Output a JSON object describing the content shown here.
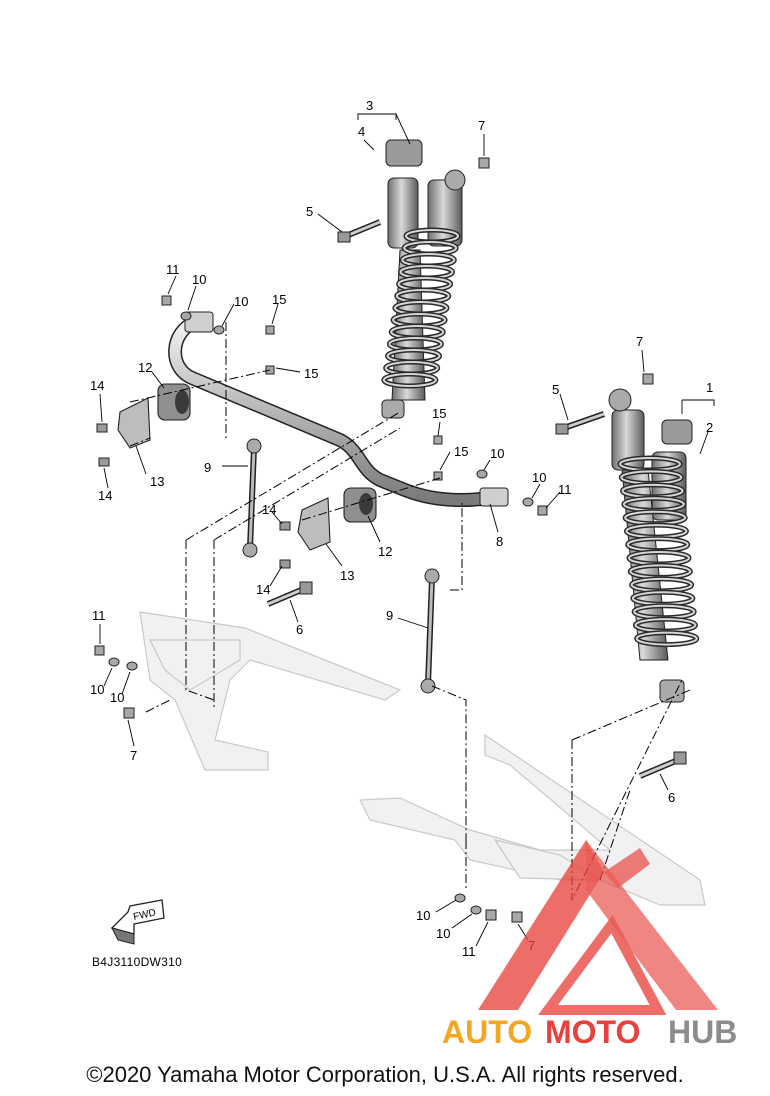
{
  "callouts": [
    {
      "id": "c3",
      "text": "3"
    },
    {
      "id": "c4",
      "text": "4"
    },
    {
      "id": "c7a",
      "text": "7"
    },
    {
      "id": "c5a",
      "text": "5"
    },
    {
      "id": "c11a",
      "text": "11"
    },
    {
      "id": "c10a",
      "text": "10"
    },
    {
      "id": "c10b",
      "text": "10"
    },
    {
      "id": "c15a",
      "text": "15"
    },
    {
      "id": "c15b",
      "text": "15"
    },
    {
      "id": "c12a",
      "text": "12"
    },
    {
      "id": "c14a",
      "text": "14"
    },
    {
      "id": "c13a",
      "text": "13"
    },
    {
      "id": "c14b",
      "text": "14"
    },
    {
      "id": "c9a",
      "text": "9"
    },
    {
      "id": "c15c",
      "text": "15"
    },
    {
      "id": "c15d",
      "text": "15"
    },
    {
      "id": "c10c",
      "text": "10"
    },
    {
      "id": "c10d",
      "text": "10"
    },
    {
      "id": "c11b",
      "text": "11"
    },
    {
      "id": "c8",
      "text": "8"
    },
    {
      "id": "c12b",
      "text": "12"
    },
    {
      "id": "c14c",
      "text": "14"
    },
    {
      "id": "c13b",
      "text": "13"
    },
    {
      "id": "c14d",
      "text": "14"
    },
    {
      "id": "c6a",
      "text": "6"
    },
    {
      "id": "c9b",
      "text": "9"
    },
    {
      "id": "c7b",
      "text": "7"
    },
    {
      "id": "c5b",
      "text": "5"
    },
    {
      "id": "c1",
      "text": "1"
    },
    {
      "id": "c2",
      "text": "2"
    },
    {
      "id": "c11c",
      "text": "11"
    },
    {
      "id": "c10e",
      "text": "10"
    },
    {
      "id": "c10f",
      "text": "10"
    },
    {
      "id": "c7c",
      "text": "7"
    },
    {
      "id": "c6b",
      "text": "6"
    },
    {
      "id": "c10g",
      "text": "10"
    },
    {
      "id": "c10h",
      "text": "10"
    },
    {
      "id": "c11d",
      "text": "11"
    },
    {
      "id": "c7d",
      "text": "7"
    }
  ],
  "fwd_label": "FWD",
  "diagram_code": "B4J3110DW310",
  "watermark": {
    "text_auto": "AUTO",
    "text_moto": "MOTO",
    "text_hub": "HUB",
    "color_orange": "#f5a623",
    "color_red": "#e8413c",
    "color_gray": "#8c8c8c"
  },
  "copyright": "©2020 Yamaha Motor Corporation, U.S.A. All rights reserved."
}
